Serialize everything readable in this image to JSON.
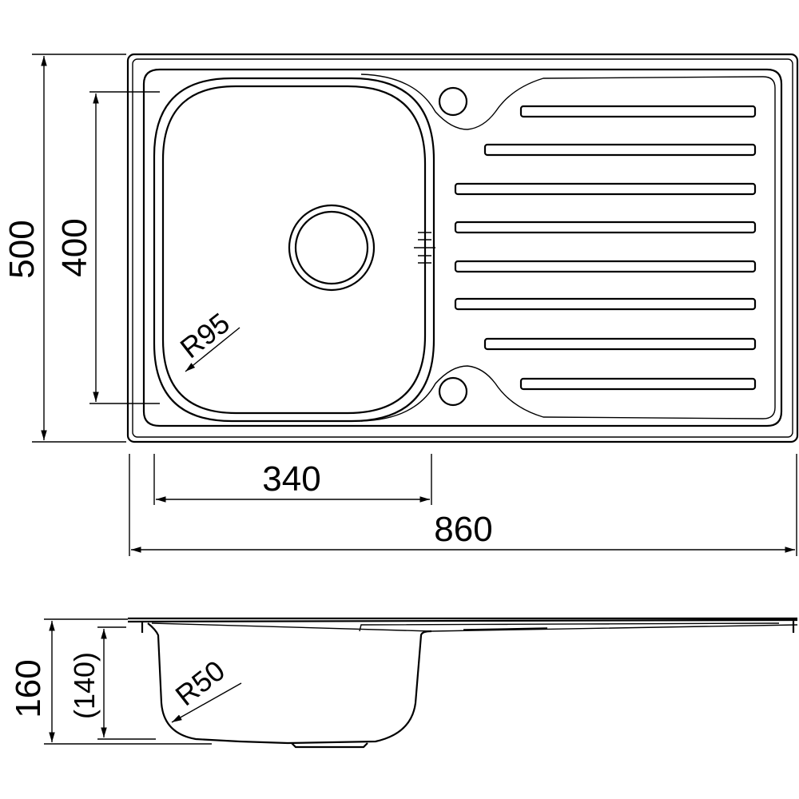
{
  "top_view": {
    "width_label": "860",
    "bowl_width_label": "340",
    "depth_label": "500",
    "bowl_depth_label": "400",
    "bowl_radius_label": "R95"
  },
  "side_view": {
    "height_label": "160",
    "bowl_height_label": "(140)",
    "bowl_radius_label": "R50"
  },
  "colors": {
    "line": "#000000",
    "background": "#ffffff"
  }
}
